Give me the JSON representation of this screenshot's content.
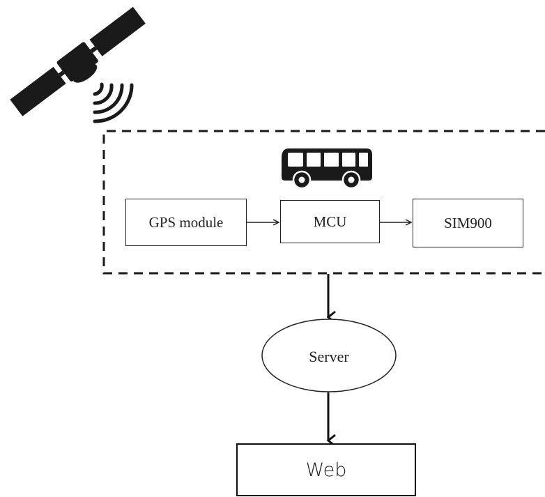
{
  "icons": {
    "satellite": "satellite-icon",
    "bus": "bus-icon"
  },
  "nodes": {
    "gps_module": "GPS module",
    "mcu": "MCU",
    "sim900": "SIM900",
    "server": "Server",
    "web": "Web"
  },
  "edges": [
    {
      "from": "GPS module",
      "to": "MCU"
    },
    {
      "from": "MCU",
      "to": "SIM900"
    },
    {
      "from": "vehicle unit",
      "to": "Server"
    },
    {
      "from": "Server",
      "to": "Web"
    }
  ],
  "colors": {
    "line": "#222222",
    "icon": "#1a1a1a"
  }
}
